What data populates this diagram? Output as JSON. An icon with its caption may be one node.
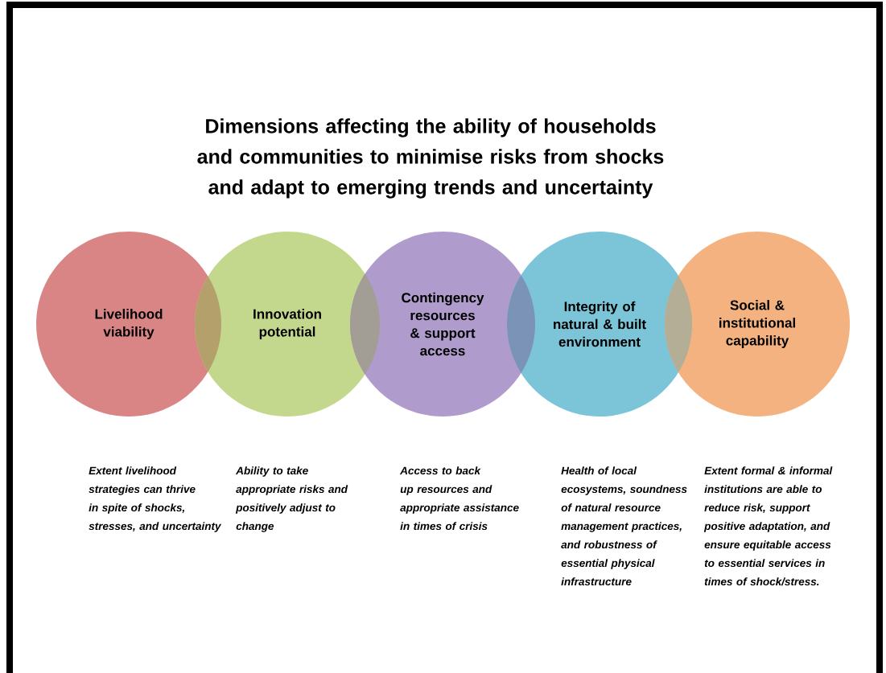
{
  "diagram": {
    "title": "Dimensions affecting the ability of households and communities to minimise risks from shocks and adapt to emerging trends and uncertainty",
    "nodes": [
      {
        "text": [
          "Livelihood viability"
        ]
      },
      {
        "text": [
          "Innovation potential"
        ]
      },
      {
        "text": [
          "Contingency resources & support access"
        ]
      },
      {
        "text": [
          "Integrity of natural & built environment"
        ]
      },
      {
        "text": [
          "Social & institutional capability"
        ]
      }
    ],
    "edges": [],
    "labels": [
      "Extent livelihood strategies can thrive in spite of shocks, stresses, and uncertainty",
      "Ability to take appropriate risks and positively adjust to change",
      "Access to back up resources and appropriate assistance in times of crisis",
      "Health of local ecosystems, soundness of natural resource management practices, and robustness of essential physical infrastructure",
      "Extent formal & informal institutions are able to reduce risk, support positive adaptation, and ensure equitable access to essential services in times of shock/stress."
    ]
  }
}
